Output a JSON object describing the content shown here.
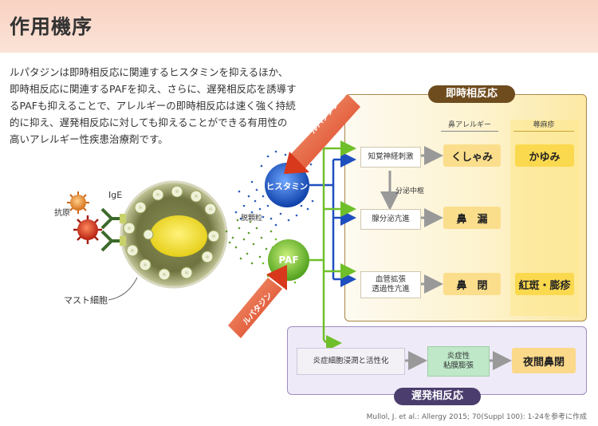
{
  "header": {
    "title": "作用機序"
  },
  "intro": {
    "text": "ルパタジンは即時相反応に関連するヒスタミンを抑えるほか、即時相反応に関連するPAFを抑え、さらに、遅発相反応を誘導するPAFも抑えることで、アレルギーの即時相反応は速く強く持続的に抑え、遅発相反応に対しても抑えることができる有用性の高いアレルギー性疾患治療剤です。"
  },
  "cell": {
    "antigen": "抗原",
    "ige": "IgE",
    "mast_cell": "マスト細胞",
    "degranulation": "脱顆粒"
  },
  "mediators": {
    "histamine": "ヒスタミン",
    "paf": "PAF"
  },
  "drug": {
    "label": "ルパタジン"
  },
  "immediate": {
    "title": "即時相反応",
    "col_nasal": "鼻アレルギー",
    "col_urticaria": "蕁麻疹",
    "rows": [
      {
        "process": "知覚神経刺激",
        "nasal": "くしゃみ",
        "urticaria": "かゆみ"
      },
      {
        "process": "腺分泌亢進",
        "nasal": "鼻　漏",
        "urticaria": ""
      },
      {
        "process": "血管拡張\n透過性亢進",
        "nasal": "鼻　閉",
        "urticaria": "紅斑・膨疹"
      }
    ],
    "center_label": "分泌中枢"
  },
  "late": {
    "title": "遅発相反応",
    "step1": "炎症細胞浸潤と活性化",
    "step2": "炎症性\n粘膜膨張",
    "step3": "夜間鼻閉"
  },
  "citation": "Mullol, J. et al.: Allergy 2015; 70(Suppl 100): 1-24を参考に作成",
  "colors": {
    "histamine": "#1f5fbf",
    "paf": "#6fbf2a",
    "header_bg": "#f8d2c2",
    "immediate_border": "#a98648",
    "late_border": "#9d8cc4"
  }
}
